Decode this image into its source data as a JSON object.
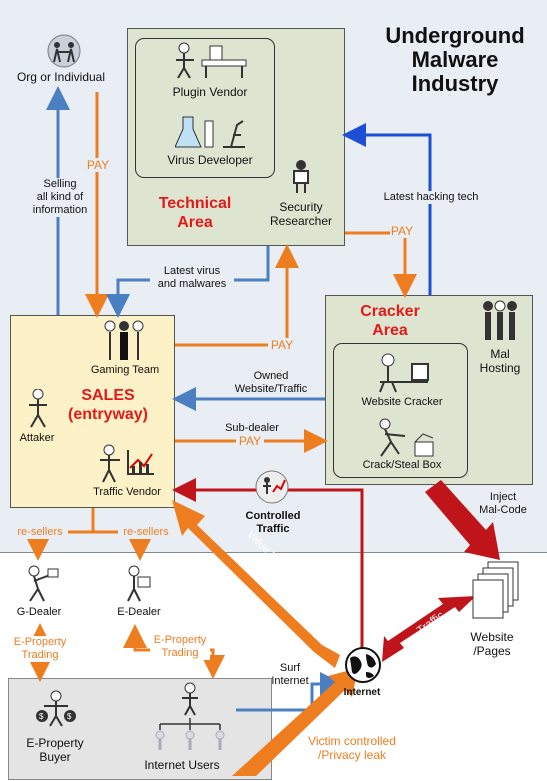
{
  "title": [
    "Underground",
    "Malware",
    "Industry"
  ],
  "nodes": {
    "org": "Org or Individual",
    "plugin_vendor": "Plugin Vendor",
    "virus_developer": "Virus Developer",
    "technical_area": [
      "Technical",
      "Area"
    ],
    "security_researcher": [
      "Security",
      "Researcher"
    ],
    "cracker_area": [
      "Cracker",
      "Area"
    ],
    "mal_hosting": [
      "Mal",
      "Hosting"
    ],
    "website_cracker": "Website Cracker",
    "crack_steal_box": "Crack/Steal Box",
    "gaming_team": "Gaming Team",
    "sales": [
      "SALES",
      "(entryway)"
    ],
    "attaker": "Attaker",
    "traffic_vendor": "Traffic Vendor",
    "controlled_traffic": [
      "Controlled",
      "Traffic"
    ],
    "g_dealer": "G-Dealer",
    "e_dealer": "E-Dealer",
    "e_property_buyer": [
      "E-Property",
      "Buyer"
    ],
    "internet_users": "Internet Users",
    "internet": "Internet",
    "website_pages": [
      "Website",
      "/Pages"
    ]
  },
  "edges": {
    "pay": "PAY",
    "selling": [
      "Selling",
      "all kind of",
      "information"
    ],
    "latest_hacking_tech": "Latest hacking tech",
    "latest_virus": [
      "Latest virus",
      "and malwares"
    ],
    "owned_website": [
      "Owned",
      "Website/Traffic"
    ],
    "sub_dealer": "Sub-dealer",
    "inject": [
      "Inject",
      "Mal-Code"
    ],
    "re_sellers": "re-sellers",
    "e_property_trading": [
      "E-Property",
      "Trading"
    ],
    "surf_internet": [
      "Surf",
      "Internet"
    ],
    "value_information": "Value Information",
    "traffic": "Traffic",
    "victim": [
      "Victim controlled",
      "/Privacy leak"
    ]
  },
  "colors": {
    "orange": "#ee7d1f",
    "blue": "#4a7fc1",
    "red": "#c0141b",
    "dark_blue": "#1c4fd6",
    "tech_bg": "#dde5d1",
    "sales_bg": "#fdf1c7"
  }
}
